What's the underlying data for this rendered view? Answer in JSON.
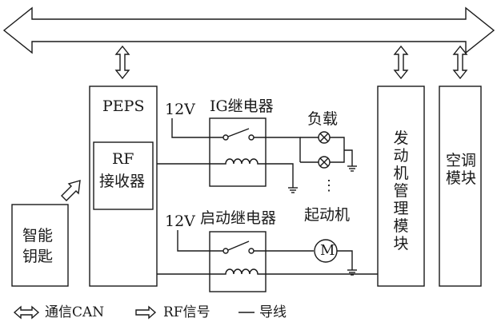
{
  "labels": {
    "peps": "PEPS",
    "rf_receiver_line1": "RF",
    "rf_receiver_line2": "接收器",
    "smart_key_line1": "智能",
    "smart_key_line2": "钥匙",
    "voltage_ig": "12V",
    "ig_relay": "IG继电器",
    "voltage_start": "12V",
    "start_relay": "启动继电器",
    "load": "负载",
    "starter": "起动机",
    "motor_symbol": "M",
    "ellipsis": "⋮",
    "engine_module": "发动机管理模块",
    "ac_module": "空调模块"
  },
  "legend": {
    "can_label": "通信CAN",
    "rf_label": "RF信号",
    "wire_label": "导线"
  },
  "colors": {
    "stroke": "#1a1a1a",
    "background": "#ffffff"
  }
}
